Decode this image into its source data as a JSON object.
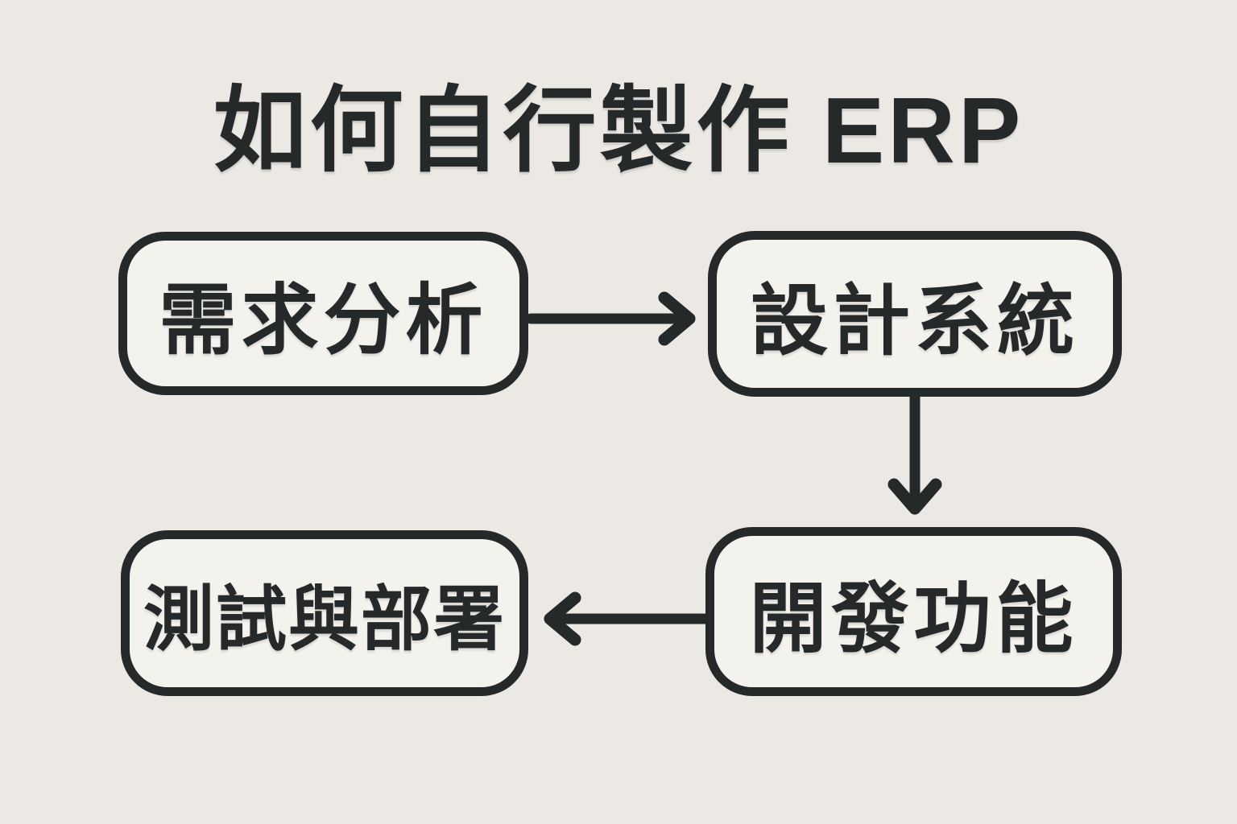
{
  "title": "如何自行製作 ERP",
  "colors": {
    "background": "#ECE9E4",
    "box_fill": "#F4F2ED",
    "ink": "#26292A"
  },
  "flowchart": {
    "type": "flow-diagram",
    "nodes": [
      {
        "id": "requirements",
        "label": "需求分析",
        "position": "top-left"
      },
      {
        "id": "design",
        "label": "設計系統",
        "position": "top-right"
      },
      {
        "id": "develop",
        "label": "開發功能",
        "position": "bottom-right"
      },
      {
        "id": "test-deploy",
        "label": "測試與部署",
        "position": "bottom-left"
      }
    ],
    "edges": [
      {
        "from": "需求分析",
        "to": "設計系統",
        "direction": "right"
      },
      {
        "from": "設計系統",
        "to": "開發功能",
        "direction": "down"
      },
      {
        "from": "開發功能",
        "to": "測試與部署",
        "direction": "left"
      }
    ]
  }
}
